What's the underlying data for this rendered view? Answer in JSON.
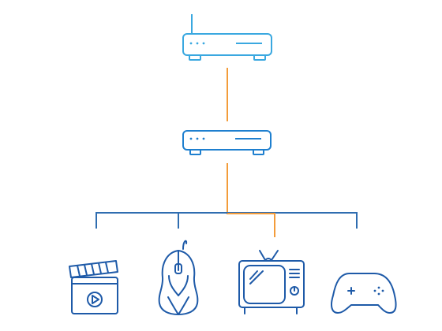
{
  "colors": {
    "router": "#3aa8e0",
    "modem": "#1e7fcf",
    "device": "#1e5aa8",
    "tree": "#2f6db0",
    "link": "#f39c3a"
  },
  "nodes": [
    {
      "id": "router",
      "icon": "wifi-router-icon"
    },
    {
      "id": "modem",
      "icon": "modem-icon"
    },
    {
      "id": "media",
      "icon": "media-player-icon"
    },
    {
      "id": "mouse",
      "icon": "gaming-mouse-icon"
    },
    {
      "id": "tv",
      "icon": "television-icon"
    },
    {
      "id": "gamepad",
      "icon": "gamepad-icon"
    }
  ],
  "connections": [
    {
      "from": "router",
      "to": "modem",
      "kind": "active"
    },
    {
      "from": "modem",
      "to": "tv",
      "kind": "active"
    },
    {
      "from": "modem",
      "to": "media",
      "kind": "bus"
    },
    {
      "from": "modem",
      "to": "mouse",
      "kind": "bus"
    },
    {
      "from": "modem",
      "to": "gamepad",
      "kind": "bus"
    }
  ]
}
